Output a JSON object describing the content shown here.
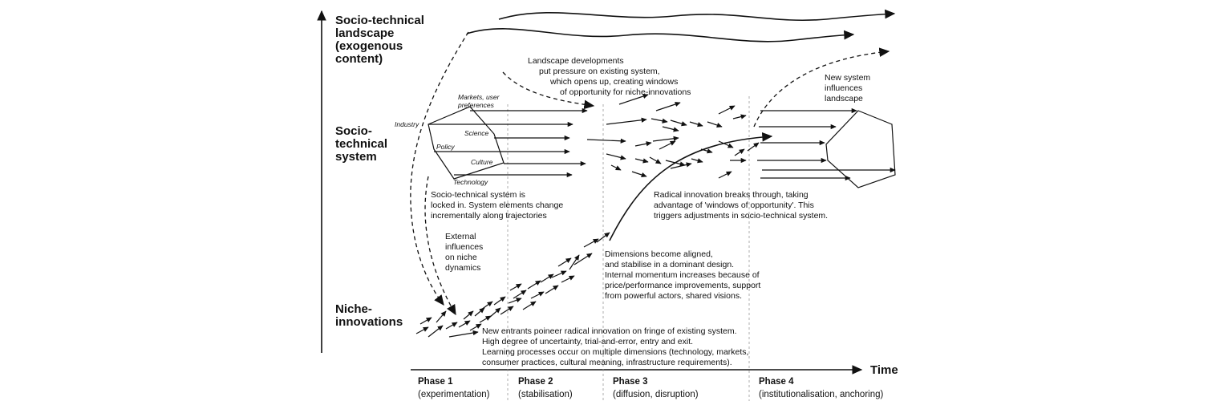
{
  "levels": {
    "landscape": [
      "Socio-technical",
      "landscape",
      "(exogenous",
      "content)"
    ],
    "system": [
      "Socio-",
      "technical",
      "system"
    ],
    "niche": [
      "Niche-",
      "innovations"
    ]
  },
  "time_label": "Time",
  "phases": [
    {
      "title": "Phase 1",
      "subtitle": "(experimentation)"
    },
    {
      "title": "Phase 2",
      "subtitle": "(stabilisation)"
    },
    {
      "title": "Phase 3",
      "subtitle": "(diffusion, disruption)"
    },
    {
      "title": "Phase 4",
      "subtitle": "(institutionalisation, anchoring)"
    }
  ],
  "regime_elements": {
    "industry": "Industry",
    "markets": [
      "Markets, user",
      "preferences"
    ],
    "science": "Science",
    "policy": "Policy",
    "culture": "Culture",
    "technology": "Technology"
  },
  "annotations": {
    "landscape_pressure": [
      "Landscape developments",
      "put pressure on existing system,",
      "which opens up, creating windows",
      "of opportunity for niche-innovations"
    ],
    "new_system": [
      "New system",
      "influences",
      "landscape"
    ],
    "locked_in": [
      "Socio-technical system is",
      "locked in. System elements change",
      "incrementally along trajectories"
    ],
    "breakthrough": [
      "Radical innovation breaks through, taking",
      "advantage of 'windows of opportunity'. This",
      "triggers adjustments in socio-technical system."
    ],
    "external": [
      "External",
      "influences",
      "on niche",
      "dynamics"
    ],
    "aligned": [
      "Dimensions become aligned,",
      "and stabilise in a dominant design.",
      "Internal momentum increases because of",
      "price/performance improvements, support",
      "from powerful actors, shared visions."
    ],
    "new_entrants": [
      "New entrants poineer radical innovation on fringe of existing system.",
      "High degree of uncertainty, trial-and-error, entry and exit.",
      "Learning processes occur on multiple dimensions (technology, markets,",
      "consumer practices, cultural meaning, infrastructure requirements)."
    ]
  }
}
